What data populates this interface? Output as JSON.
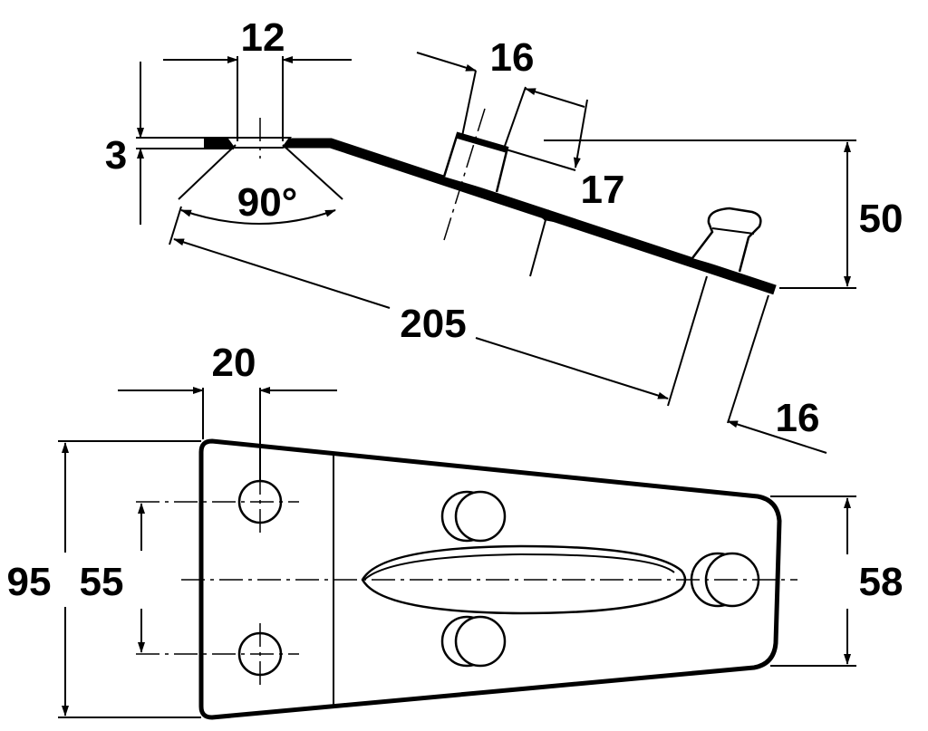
{
  "dimensions": {
    "countersink_width": "12",
    "plate_thickness": "3",
    "countersink_angle": "90°",
    "boss_width": "16",
    "boss_height": "17",
    "rise": "50",
    "length": "205",
    "end_boss": "16",
    "hole_spacing_x": "20",
    "overall_width": "95",
    "hole_spacing_y": "55",
    "end_width": "58"
  },
  "colors": {
    "ink": "#000000",
    "paper": "#ffffff"
  }
}
